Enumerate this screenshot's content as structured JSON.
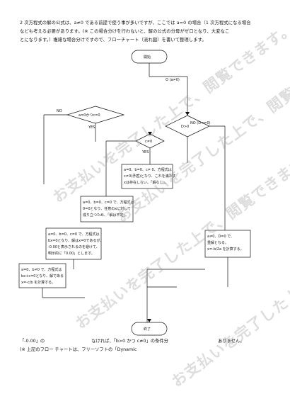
{
  "intro": {
    "line1": "2 次方程式の解の公式は、a≠0 である前提で使う事が多いですが、ここでは a=0 の場合（1 次方程式になる場合",
    "line2": "なども考える必要があります。(※ この場合分けを行わないと、解の公式の分母がゼロとなり、大変なこ",
    "line3": "とになります。）複雑な場合分けですので、フローチャート（流れ図）を書いて整理します。"
  },
  "flowchart": {
    "start": "開始",
    "end": "終了",
    "decision_a_partial": "O (a≠0)",
    "decision_b0c0": "a=0かつc=0",
    "label_no": "NO",
    "label_yes": "YES",
    "label_no_d": "NO (D<=0)",
    "decision_d": "D>0",
    "decision_c0": "c≠0",
    "box_no_solution": [
      "a=0、b=0、c≠ 0、方程式は",
      "c≠0(矛盾)となり、これを満たす",
      "xは存在しない。「解なし」。"
    ],
    "box_indeterminate": [
      "a=0、b=0、c=0 で、方程式は",
      "0=0となり、任意のxに対して",
      "成り立つため、「解は不定」。"
    ],
    "box_minus_zero": [
      "a=0、b=0、c=0 で、方程式は",
      "bx=0となり、解はx=0であるが、",
      "-0.00と表示されるのを避けて、",
      "明示的に「0.00」とします。"
    ],
    "box_linear": [
      "a=0、b≠0 で、方程式は",
      "bx+c=0となり、解である",
      "x=-c/b を計算する。"
    ],
    "box_double_root": [
      "a≠0、D=0 で、",
      "重解となる。",
      "x=-b/2a を計算する。"
    ]
  },
  "footer": {
    "line1_a": "「-0.00」の",
    "line1_b": "なければ、「b>0 かつ c≠0」の条件分",
    "line1_c": "ありません。",
    "line2": "(※ 上記のフロー   チャートは、フリーソフトの「Dynamic"
  },
  "watermark": "お支払いを完了した上で、閲覧できます。"
}
